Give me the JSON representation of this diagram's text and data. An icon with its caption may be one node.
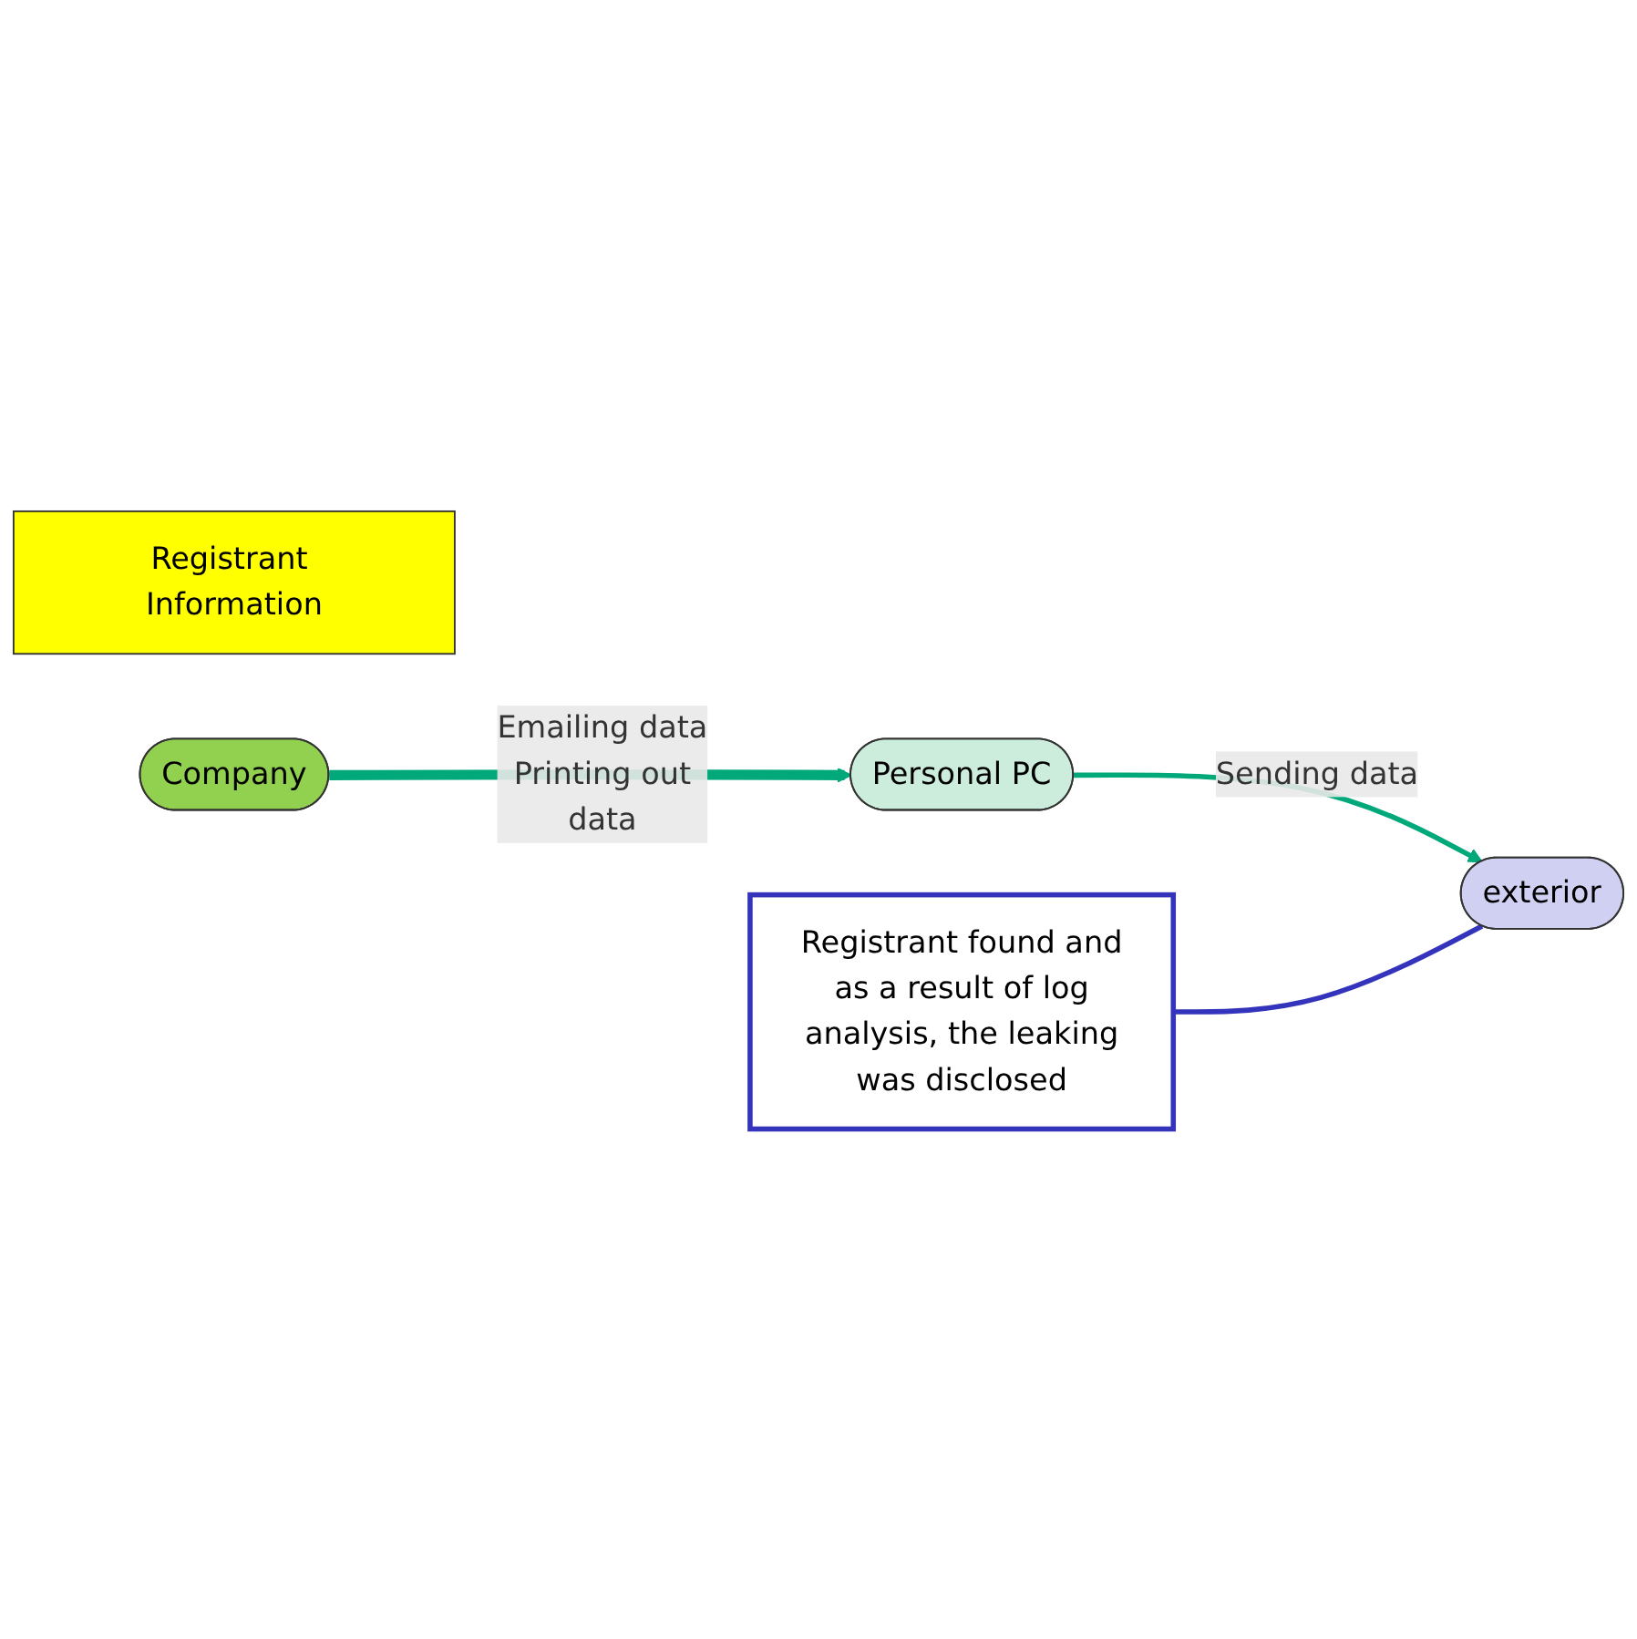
{
  "diagram": {
    "nodes": [
      {
        "text": [
          "Registrant Information"
        ]
      },
      {
        "text": [
          "Company"
        ]
      },
      {
        "text": [
          "Personal PC"
        ]
      },
      {
        "text": [
          "exterior"
        ]
      },
      {
        "text": [
          "Registrant found and as a result of log analysis, the leaking was disclosed"
        ]
      }
    ],
    "edges": [
      {
        "from": 1,
        "to": 2,
        "arrow": "to",
        "label": "Emailing data Printing out data",
        "style": "thick"
      },
      {
        "from": 2,
        "to": 3,
        "arrow": "to",
        "label": "Sending data"
      },
      {
        "from": 4,
        "to": 3,
        "arrow": "none",
        "color": "#3333bb"
      }
    ]
  }
}
